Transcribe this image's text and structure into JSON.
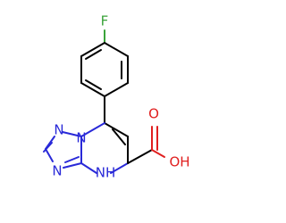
{
  "molecule": {
    "colors": {
      "carbon_bond": "#000000",
      "nitrogen": "#2929d8",
      "oxygen": "#e01f1f",
      "fluorine": "#3aa33a"
    },
    "atoms": {
      "fluorine": "F",
      "ring_n_top": "N",
      "ring_n_bridge": "N",
      "ring_n_left": "N",
      "amine_nh": "NH",
      "carbonyl_o": "O",
      "hydroxyl_oh": "OH"
    }
  }
}
